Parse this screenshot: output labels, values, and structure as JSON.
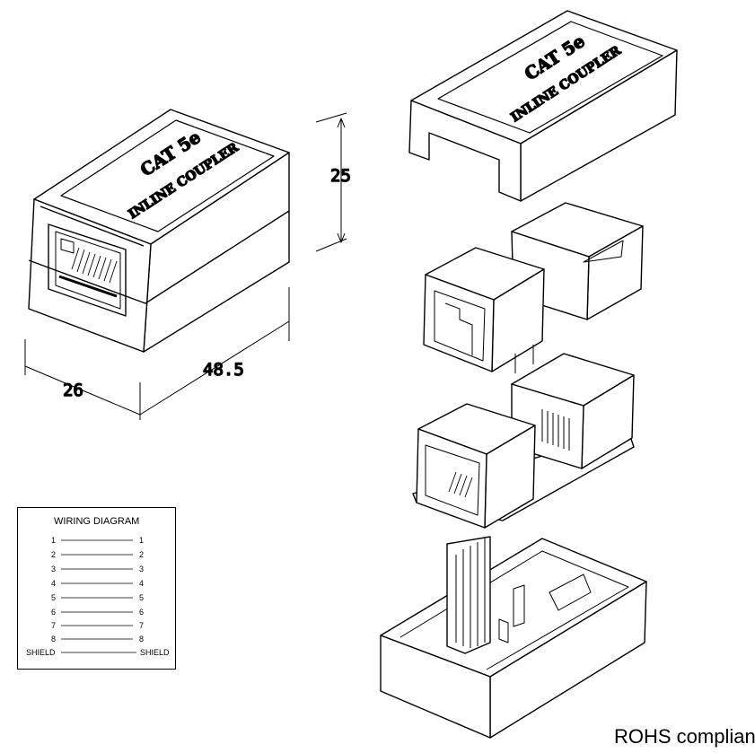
{
  "coupler": {
    "cap_label_1": "CAT 5e",
    "cap_label_2": "INLINE COUPLER"
  },
  "exploded_cap": {
    "label_1": "CAT 5e",
    "label_2": "INLINE COUPLER"
  },
  "dimensions": {
    "height": "25",
    "width": "26",
    "length": "48.5"
  },
  "wiring_diagram": {
    "title": "WIRING DIAGRAM",
    "rows": [
      {
        "left": "1",
        "right": "1"
      },
      {
        "left": "2",
        "right": "2"
      },
      {
        "left": "3",
        "right": "3"
      },
      {
        "left": "4",
        "right": "4"
      },
      {
        "left": "5",
        "right": "5"
      },
      {
        "left": "6",
        "right": "6"
      },
      {
        "left": "7",
        "right": "7"
      },
      {
        "left": "8",
        "right": "8"
      },
      {
        "left": "SHIELD",
        "right": "SHIELD"
      }
    ]
  },
  "footer": {
    "compliance": "ROHS compliant"
  }
}
